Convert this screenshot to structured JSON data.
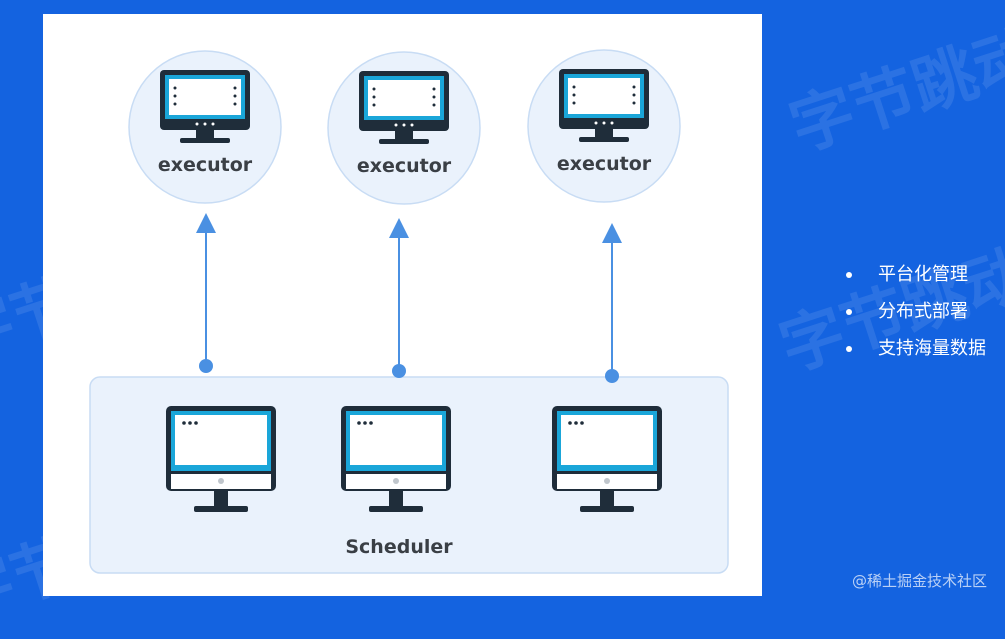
{
  "watermark": "字节跳动青训营",
  "diagram": {
    "executors": [
      {
        "label": "executor"
      },
      {
        "label": "executor"
      },
      {
        "label": "executor"
      }
    ],
    "scheduler_label": "Scheduler"
  },
  "bullets": [
    "平台化管理",
    "分布式部署",
    "支持海量数据"
  ],
  "footer": "@稀土掘金技术社区",
  "colors": {
    "background": "#1463e0",
    "panel": "#ffffff",
    "arrow": "#4a90e2",
    "monitor_frame": "#1f2d3a",
    "monitor_screen": "#1aa6d9",
    "circle_fill": "#eaf2fc",
    "scheduler_box": "#eaf2fc"
  }
}
